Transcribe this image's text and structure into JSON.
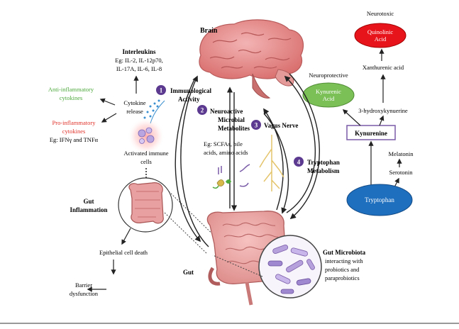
{
  "labels": {
    "brain": "Brain",
    "gut": "Gut",
    "interleukins_title": "Interleukins",
    "interleukins_line1": "Eg: IL-2, IL-12p70,",
    "interleukins_line2": "IL-17A, IL-6, IL-8",
    "anti_inflammatory_line1": "Anti-inflammatory",
    "anti_inflammatory_line2": "cytokines",
    "cytokine_release_line1": "Cytokine",
    "cytokine_release_line2": "release",
    "pro_inflammatory_line1": "Pro-inflammatory",
    "pro_inflammatory_line2": "cytokines",
    "pro_inflammatory_examples": "Eg: IFNγ and TNFα",
    "activated_cells_line1": "Activated immune",
    "activated_cells_line2": "cells",
    "gut_inflammation_line1": "Gut",
    "gut_inflammation_line2": "Inflammation",
    "epithelial_death": "Epithelial cell death",
    "barrier_line1": "Barrier",
    "barrier_line2": "dysfunction",
    "gut_microbiota_title": "Gut Microbiota",
    "gut_microbiota_line1": "interacting with",
    "gut_microbiota_line2": "probiotics and",
    "gut_microbiota_line3": "paraprobiotics",
    "metabolites_examples_line1": "Eg: SCFAs,  bile",
    "metabolites_examples_line2": "acids, amino acids"
  },
  "pathways": [
    {
      "number": "1",
      "line1": "Immunological",
      "line2": "Activity"
    },
    {
      "number": "2",
      "line1": "Neuroactive",
      "line2": "Microbial",
      "line3": "Metabolites"
    },
    {
      "number": "3",
      "line1": "Vagus Nerve"
    },
    {
      "number": "4",
      "line1": "Tryptophan",
      "line2": "Metabolism"
    }
  ],
  "tryptophan_pathway": {
    "neurotoxic": "Neurotoxic",
    "quinolinic_line1": "Quinolinic",
    "quinolinic_line2": "Acid",
    "xanthurenic": "Xanthurenic acid",
    "neuroprotective": "Neuroprotective",
    "kynurenic_line1": "Kynurenic",
    "kynurenic_line2": "Acid",
    "hydroxykynurenine": "3-hydroxykynuerine",
    "kynurenine": "Kynurenine",
    "melatonin": "Melatonin",
    "serotonin": "Serotonin",
    "tryptophan": "Tryptophan"
  },
  "colors": {
    "pathway_badge": "#5b3a8f",
    "anti_inflammatory": "#4ea93d",
    "pro_inflammatory": "#e0322a",
    "quinolinic_fill": "#e8141c",
    "kynurenic_fill": "#7bbf57",
    "tryptophan_fill": "#1f6fbf",
    "kynurenine_border": "#7a5ca8",
    "brain_pink": "#e48a8a",
    "gut_pink": "#e9a0a0"
  },
  "icons": [
    "brain-illustration",
    "intestine-illustration",
    "microbiota-magnifier",
    "immune-cells-glow",
    "inflamed-colon",
    "vagus-nerve"
  ]
}
